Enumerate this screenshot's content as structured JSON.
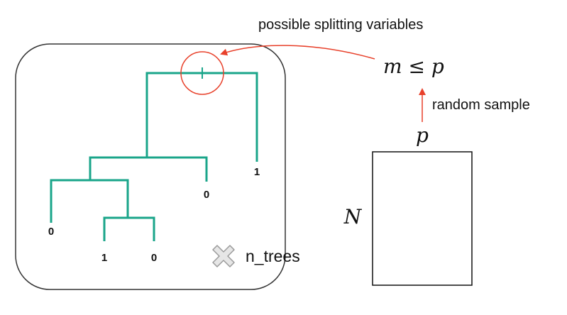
{
  "annotation": {
    "splitting_label": "possible splitting variables",
    "sample_label": "random sample"
  },
  "math": {
    "m_le_p": "m ≤ p",
    "p": "p",
    "N": "N"
  },
  "tree": {
    "leaves": [
      "0",
      "1",
      "0",
      "0",
      "1"
    ]
  },
  "multiplier": {
    "icon": "x-icon",
    "label": "n_trees"
  },
  "colors": {
    "tree": "#1aa58a",
    "highlight": "#e8412b",
    "frame": "#333333",
    "icon": "#c8c8c8"
  }
}
